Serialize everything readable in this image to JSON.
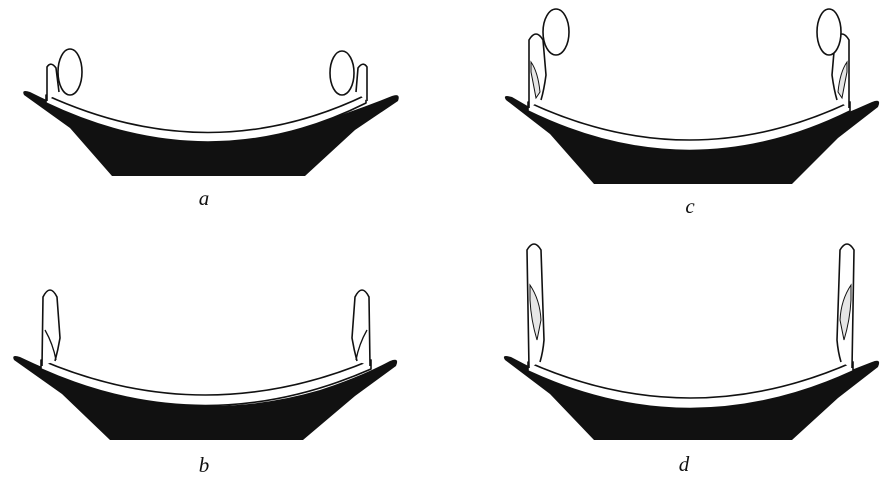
{
  "panels": [
    {
      "label": "a"
    },
    {
      "label": "b"
    },
    {
      "label": "c"
    },
    {
      "label": "d"
    }
  ],
  "colors": {
    "ink": "#111111",
    "paper": "#ffffff",
    "ghost_shading": "#e6e6e6"
  }
}
